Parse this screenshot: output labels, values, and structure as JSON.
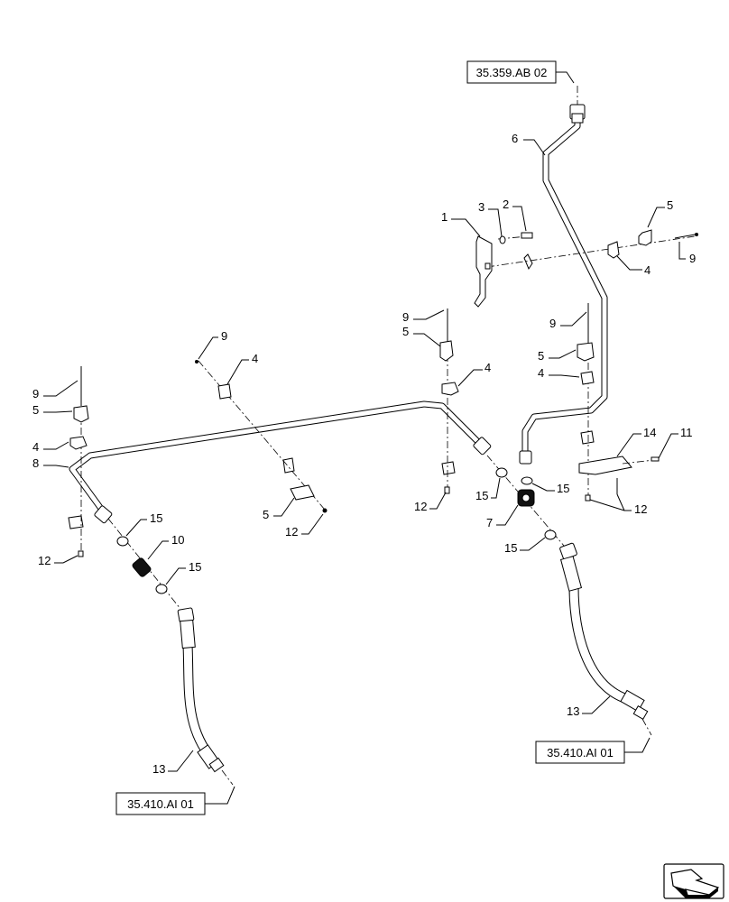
{
  "diagram": {
    "references": {
      "top": "35.359.AB 02",
      "bottom_left": "35.410.AI 01",
      "bottom_right": "35.410.AI 01"
    },
    "callouts": [
      "1",
      "2",
      "3",
      "4",
      "5",
      "6",
      "7",
      "8",
      "9",
      "10",
      "11",
      "12",
      "13",
      "14",
      "15"
    ],
    "nav_icon": "next-page-arrow-icon"
  }
}
